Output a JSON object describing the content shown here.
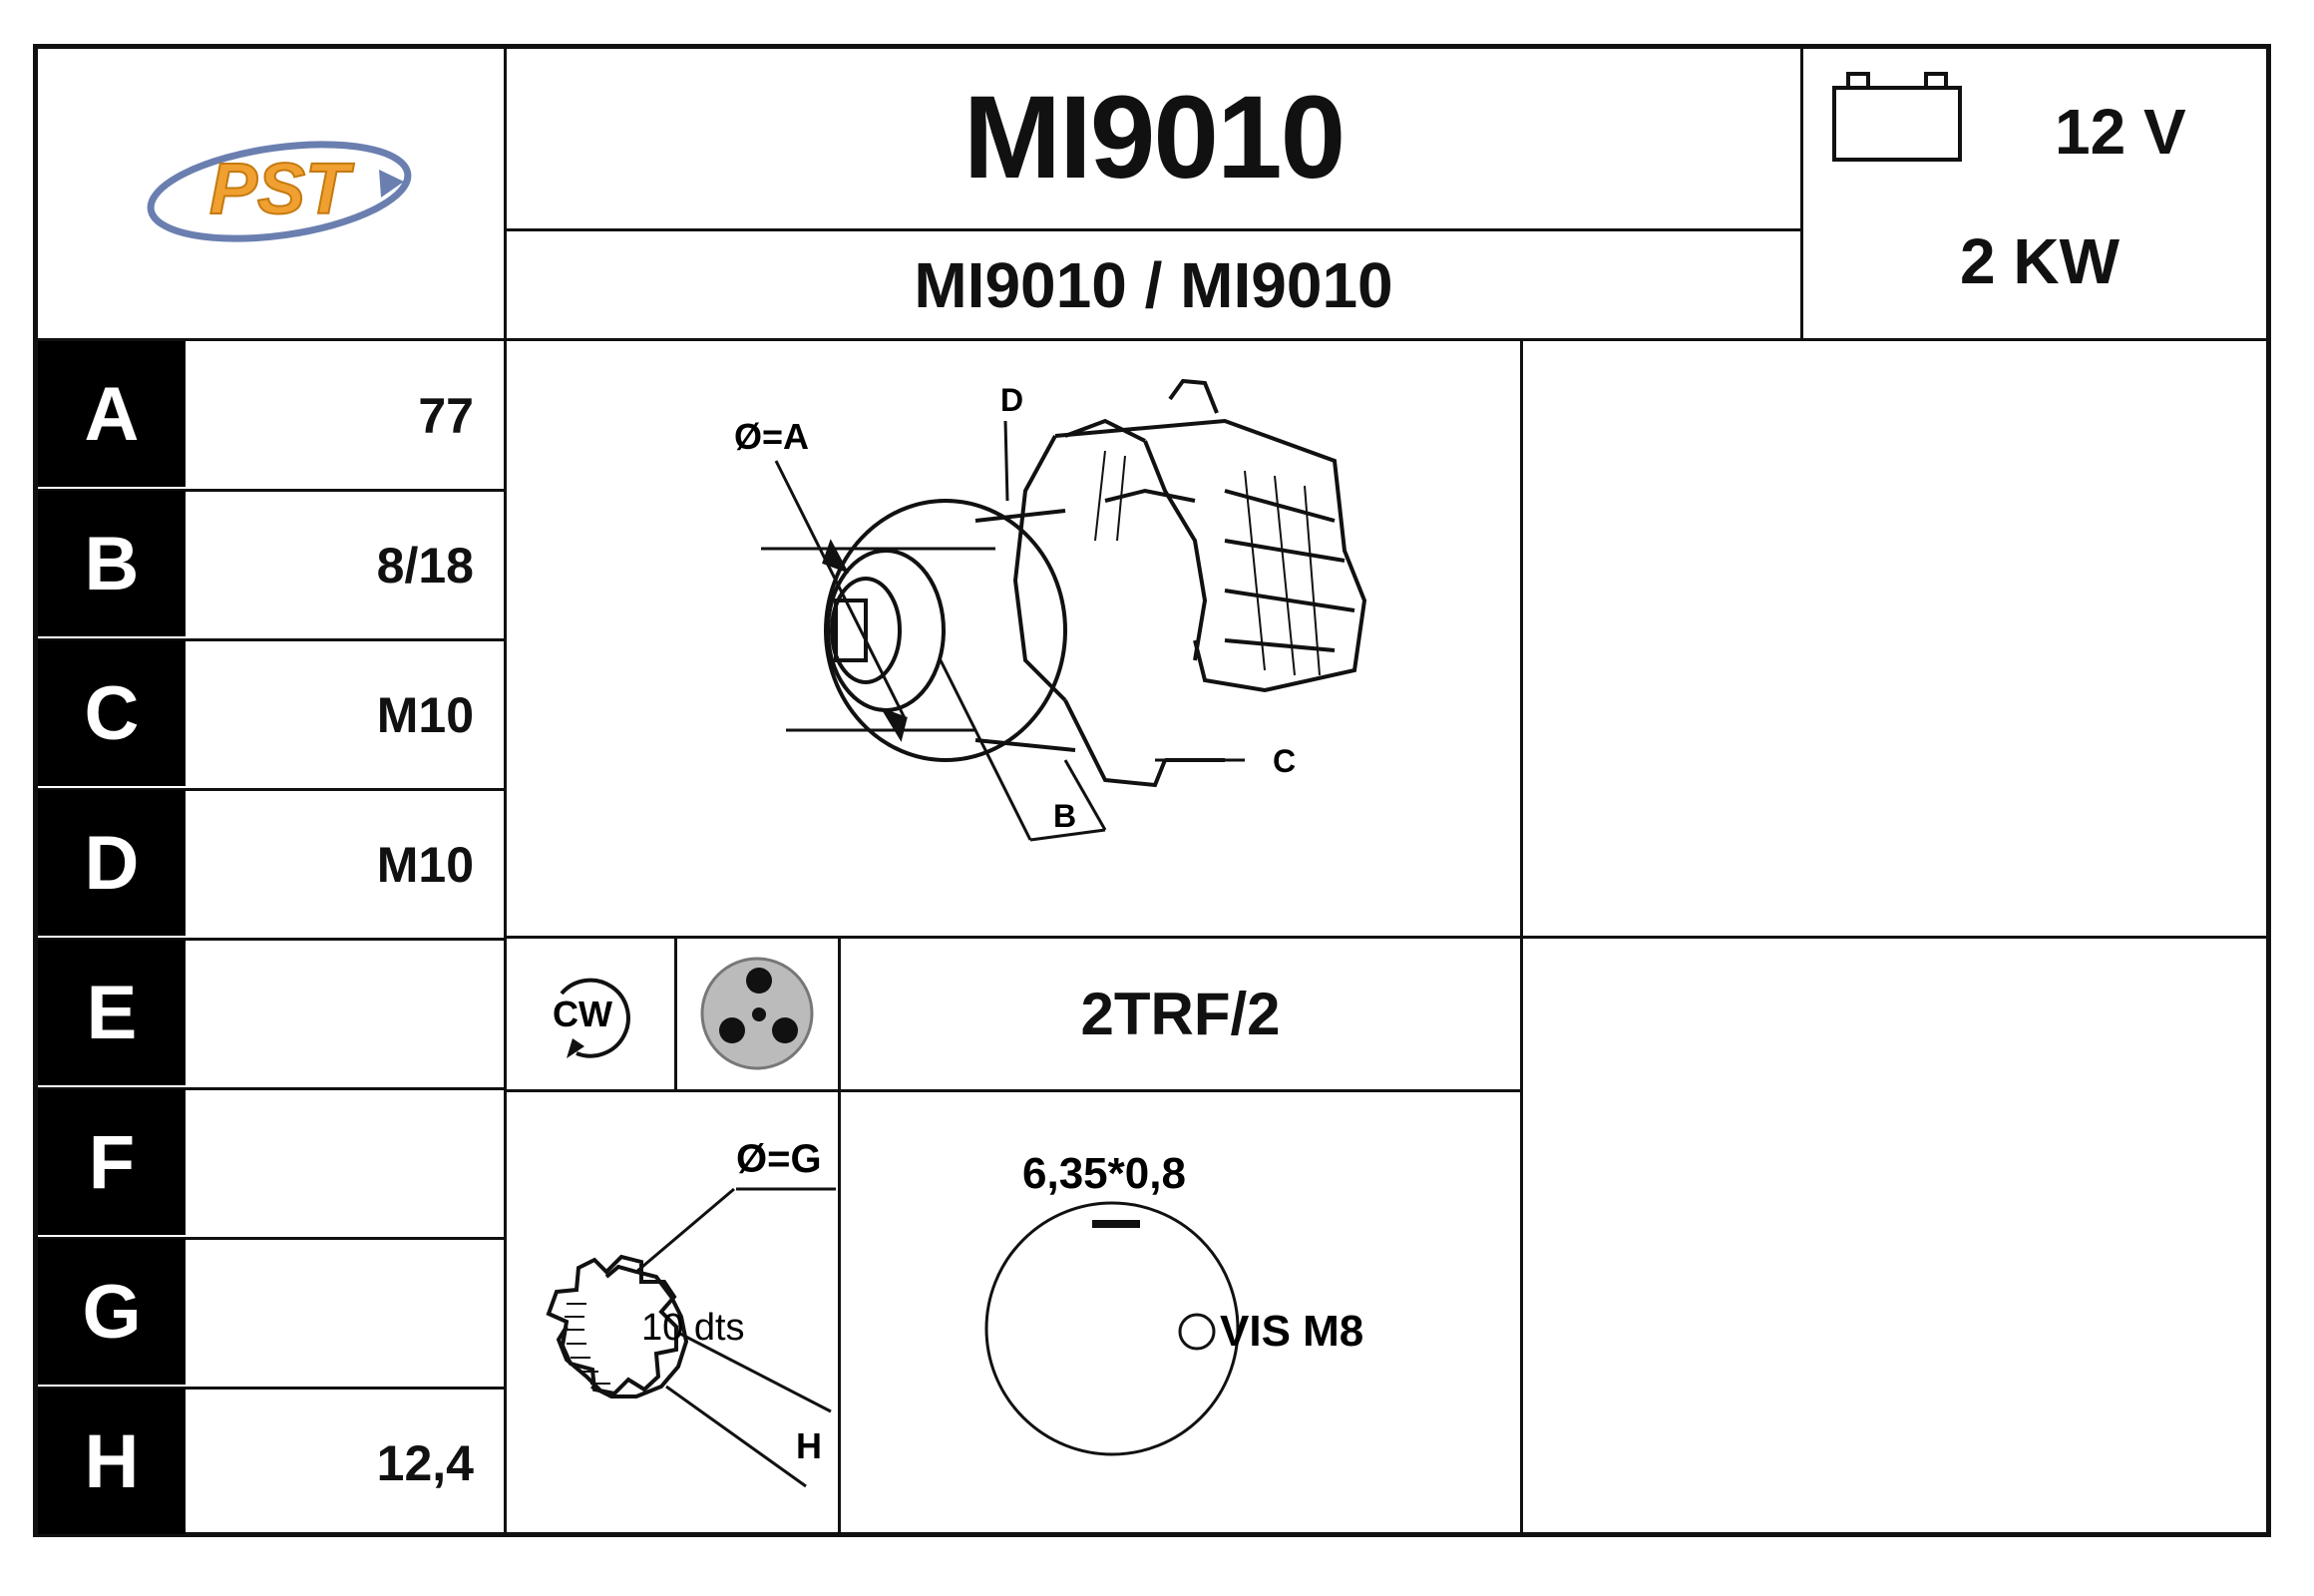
{
  "header": {
    "model": "MI9010",
    "subtitle": "MI9010 / MI9010",
    "voltage": "12 V",
    "power": "2 KW",
    "logo_text": "PST"
  },
  "parameters": [
    {
      "letter": "A",
      "value": "77"
    },
    {
      "letter": "B",
      "value": "8/18"
    },
    {
      "letter": "C",
      "value": "M10"
    },
    {
      "letter": "D",
      "value": "M10"
    },
    {
      "letter": "E",
      "value": ""
    },
    {
      "letter": "F",
      "value": ""
    },
    {
      "letter": "G",
      "value": ""
    },
    {
      "letter": "H",
      "value": "12,4"
    }
  ],
  "diagram": {
    "label_diameter_a": "Ø=A",
    "label_b": "B",
    "label_c": "C",
    "label_d": "D"
  },
  "rotation": {
    "label": "CW"
  },
  "connector_code": "2TRF/2",
  "pinion": {
    "label_diameter_g": "Ø=G",
    "teeth": "10 dts",
    "label_h": "H"
  },
  "terminal": {
    "size": "6,35*0,8",
    "screw": "VIS M8"
  },
  "colors": {
    "logo_orange": "#f0a030",
    "logo_blue": "#6a7fb0",
    "line": "#111111"
  }
}
